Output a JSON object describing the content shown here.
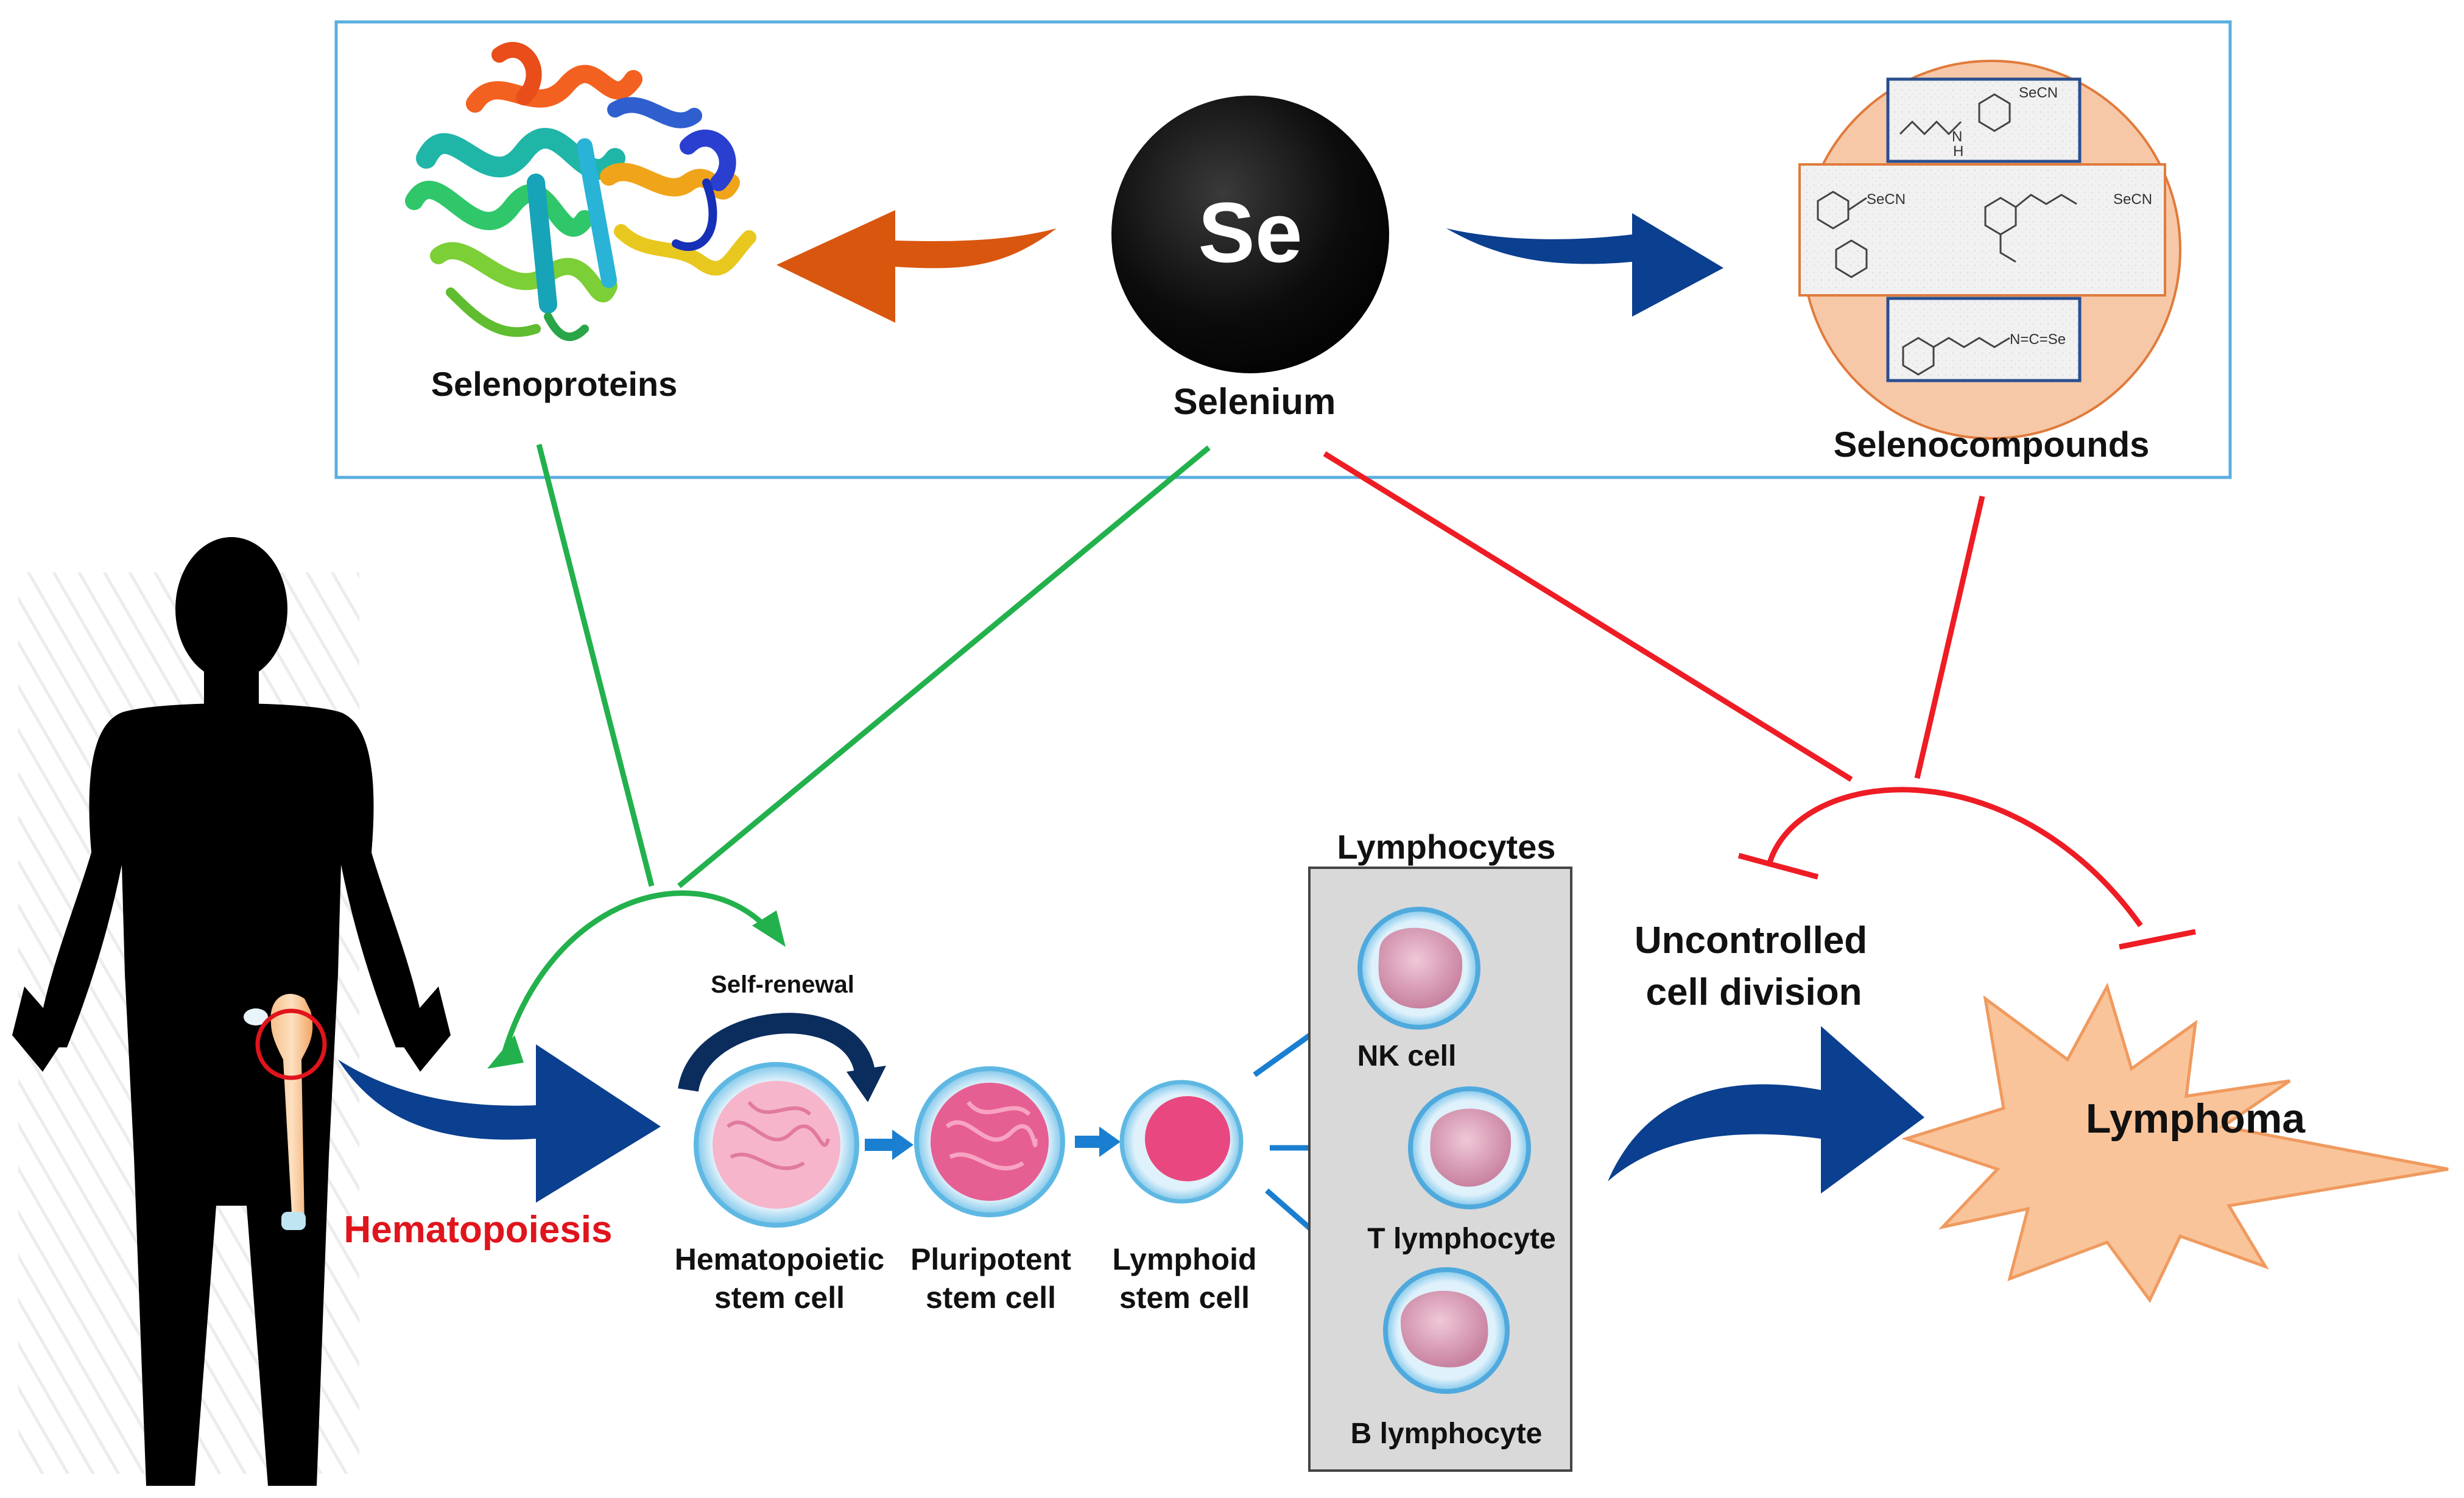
{
  "elements": {
    "element": {
      "symbol": "Se",
      "name": "Selenium"
    },
    "selenoproteins": "Selenoproteins",
    "selenocompounds": "Selenocompounds",
    "compound_labels": {
      "secn_a": "SeCN",
      "secn_b": "SeCN",
      "secn_c": "SeCN",
      "nh": "N",
      "h": "H",
      "n_cse": "N=C=Se"
    }
  },
  "pathway": {
    "hematopoiesis": "Hematopoiesis",
    "self_renewal": "Self-renewal",
    "cells": [
      {
        "line1": "Hematopoietic",
        "line2": "stem cell"
      },
      {
        "line1": "Pluripotent",
        "line2": "stem cell"
      },
      {
        "line1": "Lymphoid",
        "line2": "stem cell"
      }
    ],
    "lymphocytes_title": "Lymphocytes",
    "lymphocytes": [
      "NK cell",
      "T lymphocyte",
      "B lymphocyte"
    ],
    "uncontrolled_line1": "Uncontrolled",
    "uncontrolled_line2": "cell division",
    "outcome": "Lymphoma"
  },
  "colors": {
    "frame": "#5aaee0",
    "activation": "#22b14c",
    "inhibition": "#ee1c24",
    "flow_arrow": "#0b3f8f",
    "orange_arrow": "#d9560f",
    "small_arrow": "#1a7fd0",
    "hematopoiesis_text": "#e0141c",
    "lymphoma_fill": "#f9c49a",
    "lymphocyte_box": "#d9d9d9",
    "compound_circle": "#f6c8a8"
  },
  "icons": [
    "protein-structure-icon",
    "human-silhouette-icon",
    "bone-icon",
    "cell-icon"
  ]
}
